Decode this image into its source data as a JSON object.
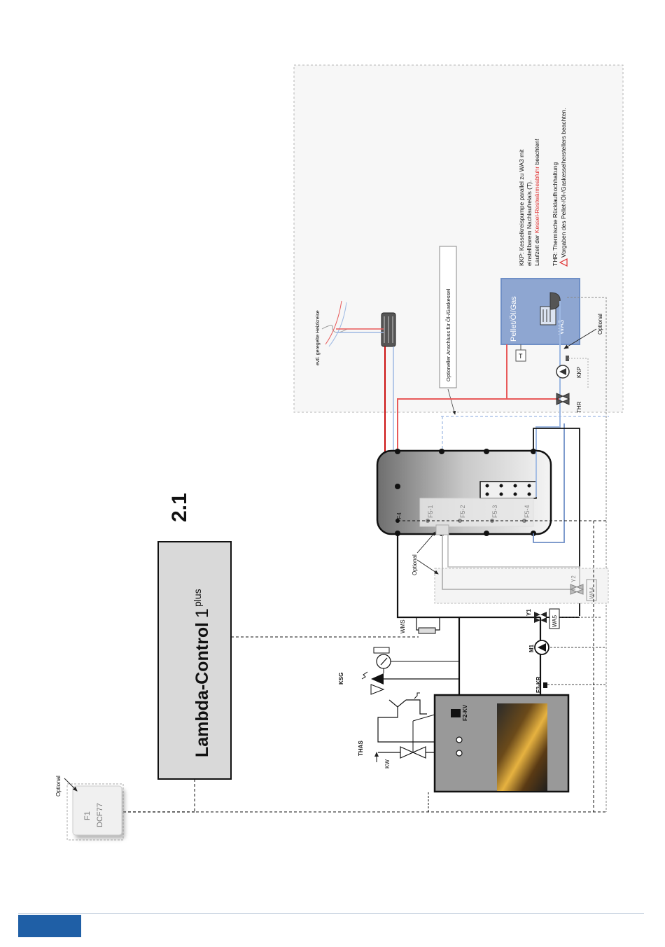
{
  "diagram": {
    "section_number": "2.1",
    "controller": {
      "name": "Lambda-Control",
      "version": "1",
      "suffix": "plus"
    },
    "sensor_box": {
      "line1": "F1",
      "line2": "DCF77",
      "optional": "Optional"
    },
    "labels": {
      "heating_circuits": "evtl. geregelte Heizkreise",
      "optional_connection": "Optioneller Anschluss für Öl-/Gaskessel",
      "boiler_name": "Pellet/Öl/Gas",
      "boiler_id": "WA3",
      "boiler_optional": "Optional",
      "thr": "THR",
      "kkp": "KKP",
      "t_relay": "T",
      "store_f4": "F4",
      "f5_1": "F5-1",
      "f5_2": "F5-2",
      "f5_3": "F5-3",
      "f5_4": "F5-4",
      "store_optional": "Optional",
      "y1": "Y1",
      "y2": "Y2",
      "wa4": "WA4",
      "wa5": "WA5",
      "m1": "M1",
      "f3_kr": "F3-KR",
      "f2_kv": "F2-KV",
      "wms": "WMS",
      "ksg": "KSG",
      "thas": "THAS",
      "kw": "KW"
    },
    "notes": {
      "kkp_line1": "KKP: Kesselkreispumpe parallel zu WA3 mit",
      "kkp_line2": "einstellbarem Nachlaufrelais (T).",
      "kkp_line3_pre": "Laufzeit der ",
      "kkp_line3_red": "Kessel-Restwärmeabfuhr",
      "kkp_line3_post": " beachten!",
      "thr_line": "THR: Thermische Rücklaufhochhaltung",
      "warn_line": "Vorgaben des Pellet-/Öl-/Gaskesselherstellers beachten."
    },
    "colors": {
      "supply_red": "#e85a5a",
      "supply_red_dark": "#cc1111",
      "return_blue": "#9db8e3",
      "boiler_blue": "#8ea6d1",
      "boiler_border": "#6f8fc6",
      "note_red": "#e03030",
      "footer_blue": "#1f5fa6"
    }
  }
}
